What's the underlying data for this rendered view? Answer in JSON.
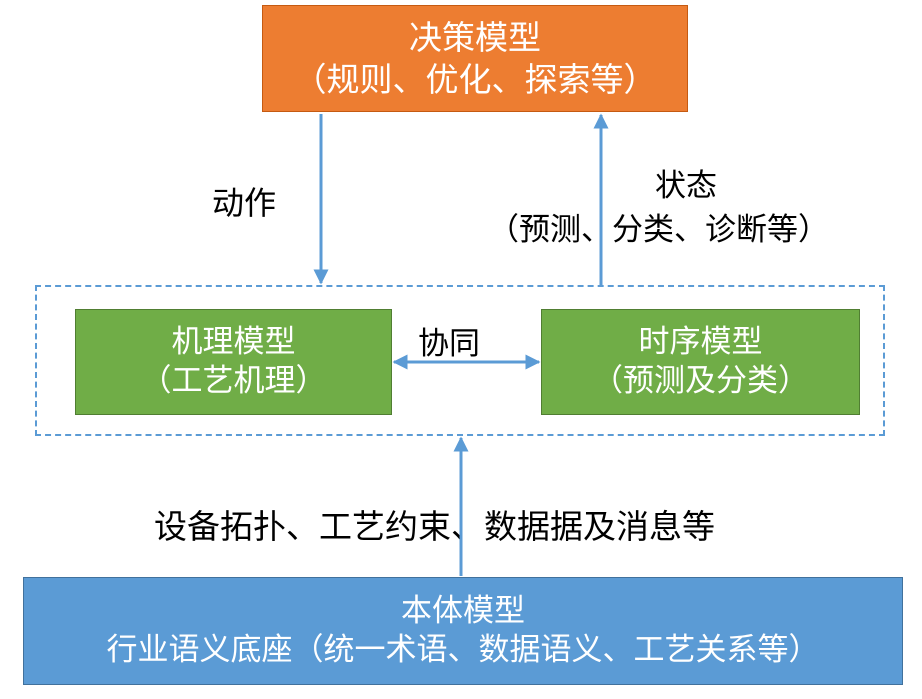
{
  "diagram": {
    "decision_model": {
      "title": "决策模型",
      "subtitle": "（规则、优化、探索等）"
    },
    "mechanism_model": {
      "title": "机理模型",
      "subtitle": "（工艺机理）"
    },
    "timeseries_model": {
      "title": "时序模型",
      "subtitle": "（预测及分类）"
    },
    "ontology_model": {
      "title": "本体模型",
      "subtitle": "行业语义底座（统一术语、数据语义、工艺关系等）"
    },
    "edges": {
      "action": "动作",
      "state": "状态",
      "state_detail": "（预测、分类、诊断等）",
      "collaboration": "协同",
      "data_flow": "设备拓扑、工艺约束、数据据及消息等"
    }
  },
  "colors": {
    "decision_fill": "#ed7d31",
    "model_fill": "#70ad47",
    "ontology_fill": "#5b9bd5",
    "arrow": "#5b9bd5"
  }
}
